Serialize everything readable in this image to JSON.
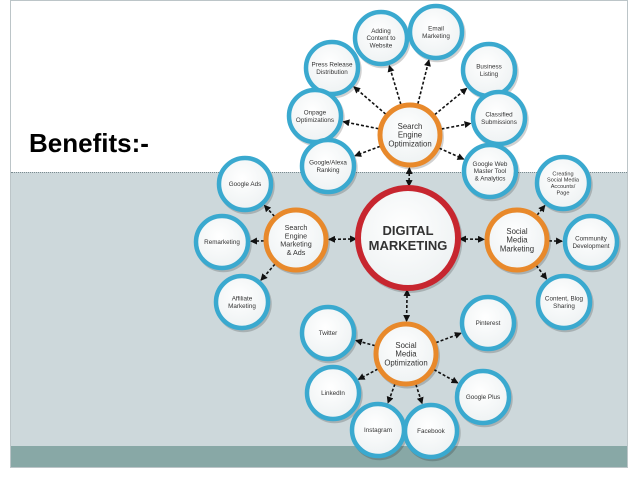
{
  "slide": {
    "title": "Benefits:-"
  },
  "center": {
    "lines": [
      "DIGITAL",
      "MARKETING"
    ]
  },
  "hubs": [
    {
      "id": "seo",
      "lines": [
        "Search",
        "Engine",
        "Optimization"
      ]
    },
    {
      "id": "sem",
      "lines": [
        "Search",
        "Engine",
        "Marketing",
        "& Ads"
      ]
    },
    {
      "id": "smm",
      "lines": [
        "Social",
        "Media",
        "Marketing"
      ]
    },
    {
      "id": "smo",
      "lines": [
        "Social",
        "Media",
        "Optimization"
      ]
    }
  ],
  "leaves": [
    {
      "hub": "seo",
      "lines": [
        "Adding",
        "Content to",
        "Website"
      ]
    },
    {
      "hub": "seo",
      "lines": [
        "Email",
        "Marketing"
      ]
    },
    {
      "hub": "seo",
      "lines": [
        "Press Release",
        "Distribution"
      ]
    },
    {
      "hub": "seo",
      "lines": [
        "Business",
        "Listing"
      ]
    },
    {
      "hub": "seo",
      "lines": [
        "Onpage",
        "Optimizations"
      ]
    },
    {
      "hub": "seo",
      "lines": [
        "Classified",
        "Submissions"
      ]
    },
    {
      "hub": "seo",
      "lines": [
        "Google/Alexa",
        "Ranking"
      ]
    },
    {
      "hub": "seo",
      "lines": [
        "Google Web",
        "Master Tool",
        "& Analytics"
      ]
    },
    {
      "hub": "sem",
      "lines": [
        "Google Ads"
      ]
    },
    {
      "hub": "sem",
      "lines": [
        "Remarketing"
      ]
    },
    {
      "hub": "sem",
      "lines": [
        "Affiliate",
        "Marketing"
      ]
    },
    {
      "hub": "smm",
      "lines": [
        "Creating",
        "Social Media",
        "Accounts/",
        "Page"
      ]
    },
    {
      "hub": "smm",
      "lines": [
        "Community",
        "Development"
      ]
    },
    {
      "hub": "smm",
      "lines": [
        "Content, Blog",
        "Sharing"
      ]
    },
    {
      "hub": "smo",
      "lines": [
        "Twitter"
      ]
    },
    {
      "hub": "smo",
      "lines": [
        "Pinterest"
      ]
    },
    {
      "hub": "smo",
      "lines": [
        "LinkedIn"
      ]
    },
    {
      "hub": "smo",
      "lines": [
        "Google Plus"
      ]
    },
    {
      "hub": "smo",
      "lines": [
        "Instagram"
      ]
    },
    {
      "hub": "smo",
      "lines": [
        "Facebook"
      ]
    }
  ],
  "colors": {
    "center_ring": "#c7262f",
    "hub_ring": "#e8892b",
    "leaf_ring": "#3aa9cf",
    "connector": "#111111",
    "footer": "#88a8a6",
    "lower_band": "#cdd8db"
  }
}
